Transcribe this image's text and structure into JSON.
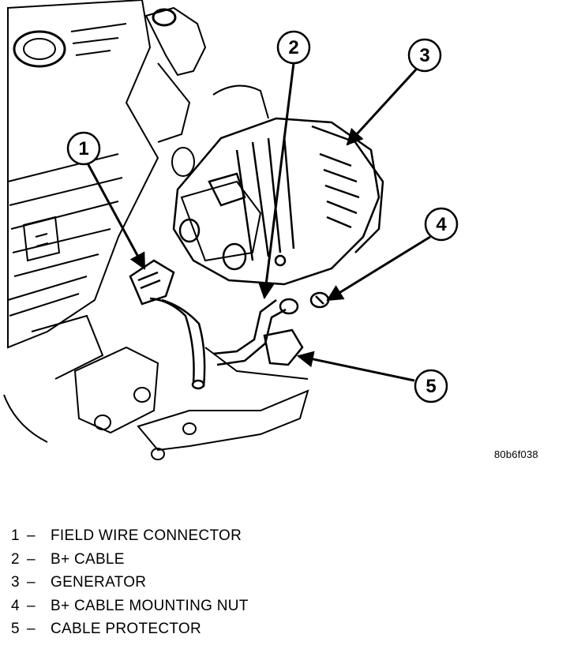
{
  "figure_code": "80b6f038",
  "callouts": [
    {
      "number": "1"
    },
    {
      "number": "2"
    },
    {
      "number": "3"
    },
    {
      "number": "4"
    },
    {
      "number": "5"
    }
  ],
  "legend": [
    {
      "number": "1",
      "label": "FIELD WIRE CONNECTOR"
    },
    {
      "number": "2",
      "label": "B+ CABLE"
    },
    {
      "number": "3",
      "label": "GENERATOR"
    },
    {
      "number": "4",
      "label": "B+ CABLE MOUNTING NUT"
    },
    {
      "number": "5",
      "label": "CABLE PROTECTOR"
    }
  ],
  "legend_separator": "–"
}
